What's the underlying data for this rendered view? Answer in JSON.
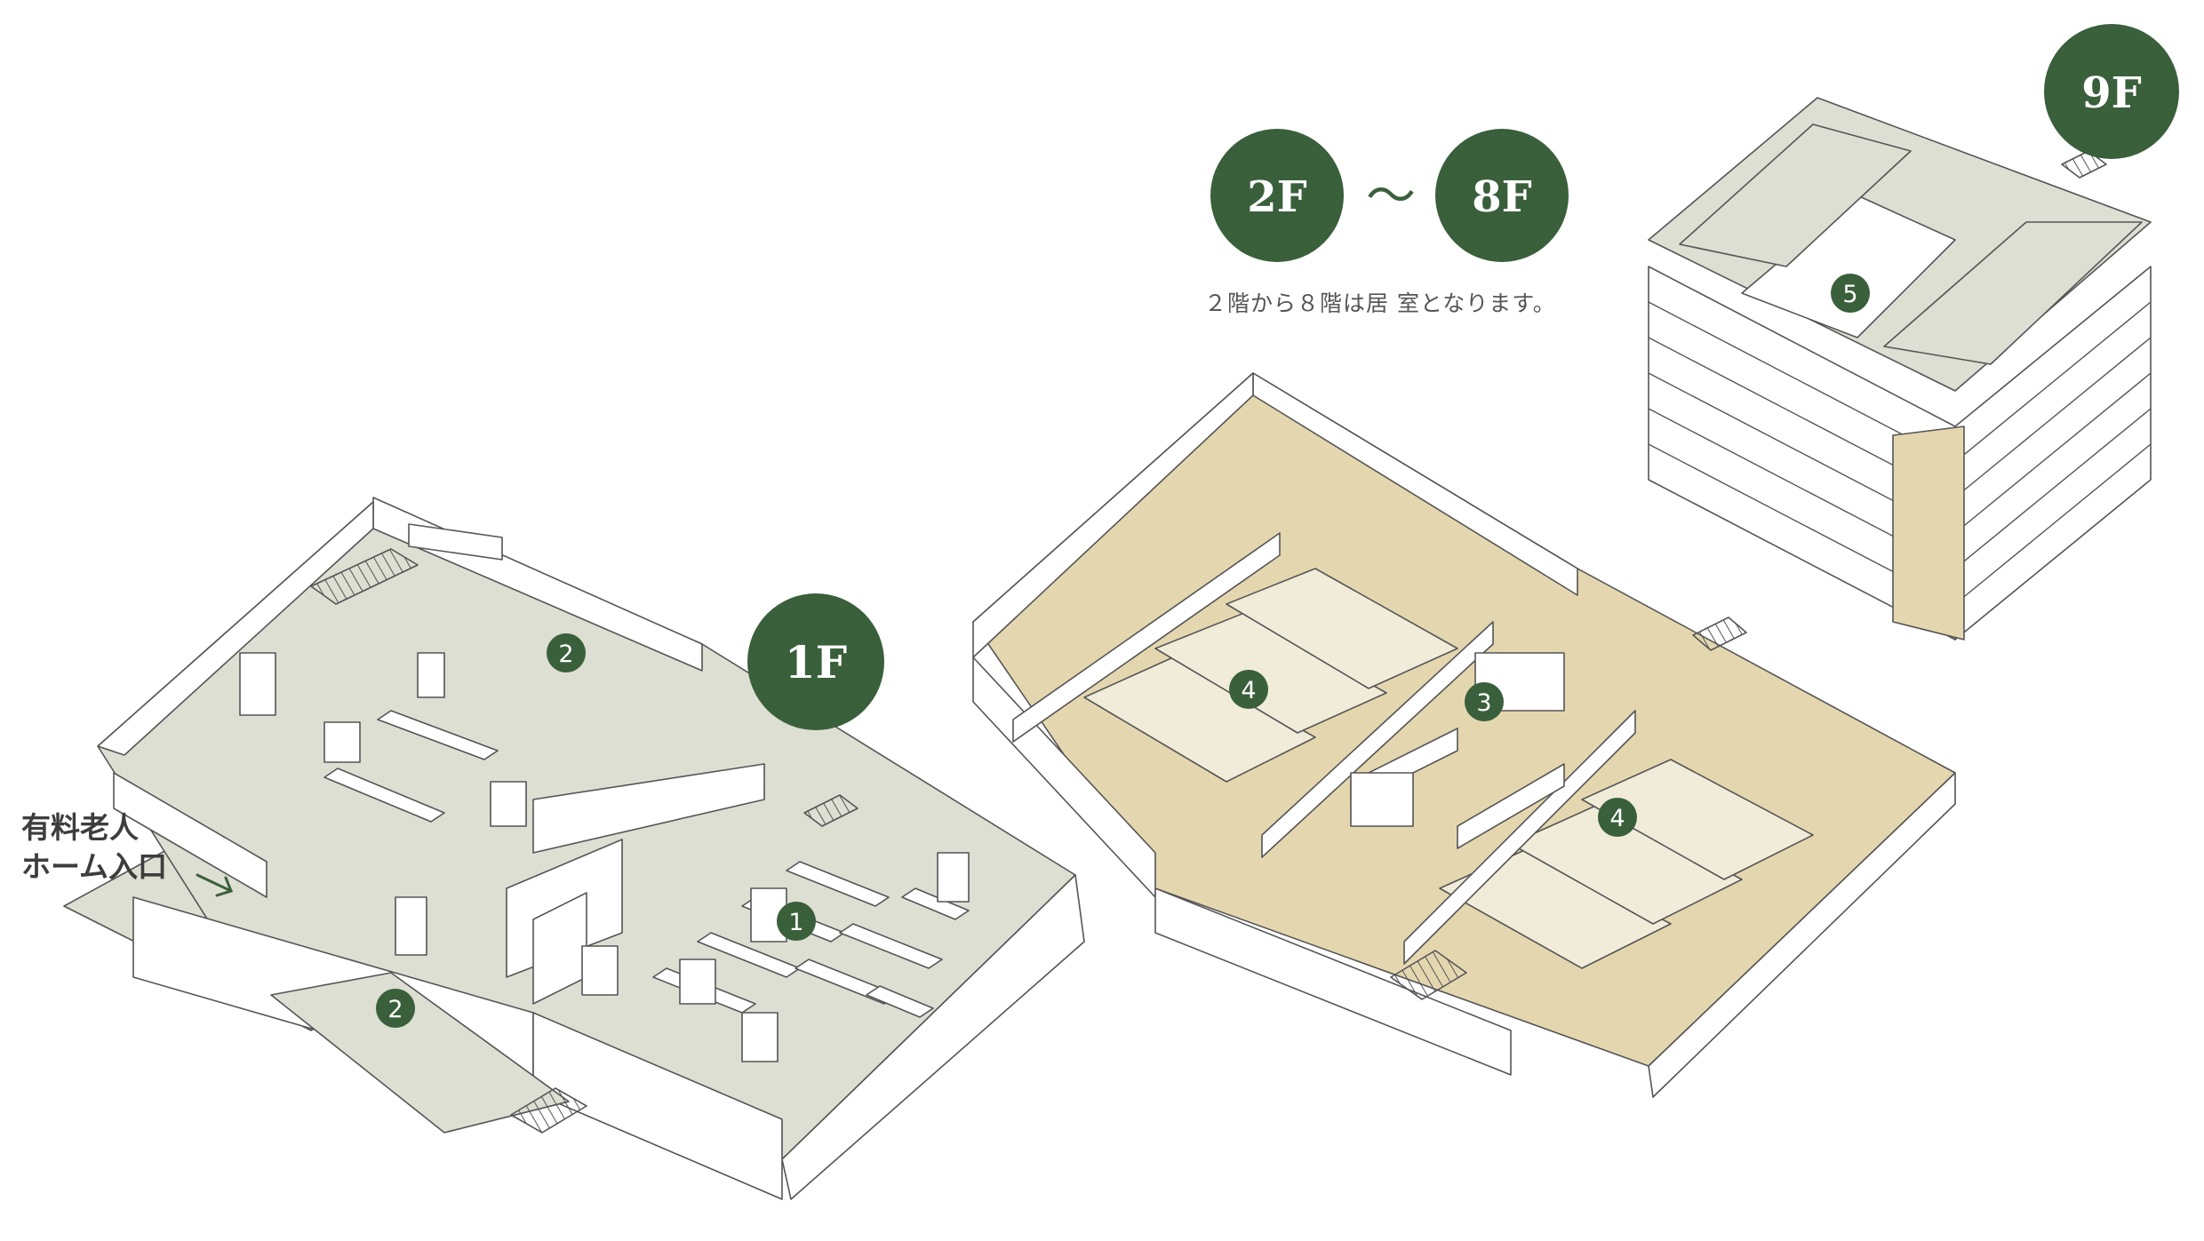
{
  "colors": {
    "badge": "#3a5f3b",
    "floor_grey": "#dcdfd2",
    "floor_tan": "#e4d7b0",
    "floor_light": "#f1ecd9",
    "wall_line": "#555555",
    "text_dark": "#3d3d3d",
    "text_note": "#555555"
  },
  "floor_labels": {
    "f1": "1F",
    "f2": "2F",
    "range_sep": "〜",
    "f8": "8F",
    "f9": "9F"
  },
  "note": "２階から８階は居 室となります。",
  "entrance": {
    "line1": "有料老人",
    "line2": "ホーム入口",
    "arrow_icon": "arrow-right-down-icon"
  },
  "area_markers": {
    "f1_dining": "1",
    "f1_upper_room": "2",
    "f1_lower_room": "2",
    "f2_bath": "3",
    "f2_rooms_left": "4",
    "f2_rooms_right": "4",
    "f9_roof": "5"
  }
}
